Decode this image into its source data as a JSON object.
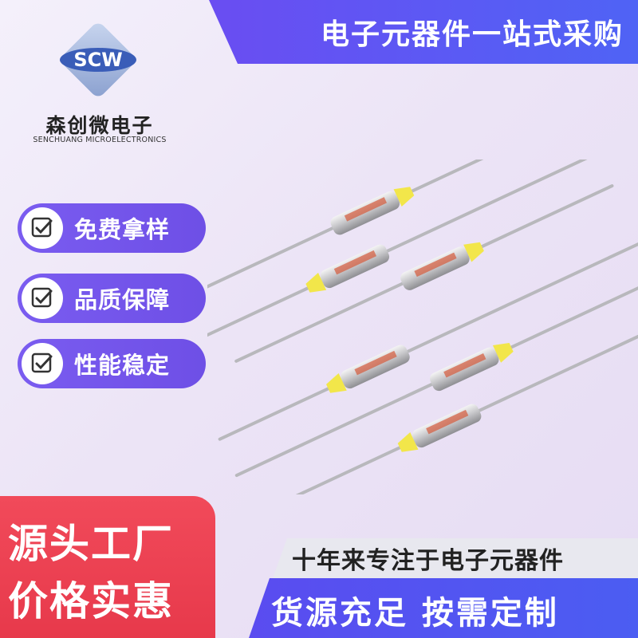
{
  "header": {
    "title": "电子元器件一站式采购"
  },
  "brand": {
    "logo_text": "SCW",
    "name_cn": "森创微电子",
    "name_en": "SENCHUANG MICROELECTRONICS"
  },
  "features": [
    {
      "label": "免费拿样",
      "icon": "check-icon"
    },
    {
      "label": "品质保障",
      "icon": "check-icon"
    },
    {
      "label": "性能稳定",
      "icon": "check-icon"
    }
  ],
  "promo": {
    "line1": "源头工厂",
    "line2": "价格实惠",
    "band_text": "十年来专注于电子元器件",
    "bar_text": "货源充足 按需定制"
  },
  "colors": {
    "accent_purple": "#6a4df2",
    "accent_blue": "#4f63f5",
    "promo_red": "#ee4455",
    "fuse_yellow": "#f2e64a"
  }
}
